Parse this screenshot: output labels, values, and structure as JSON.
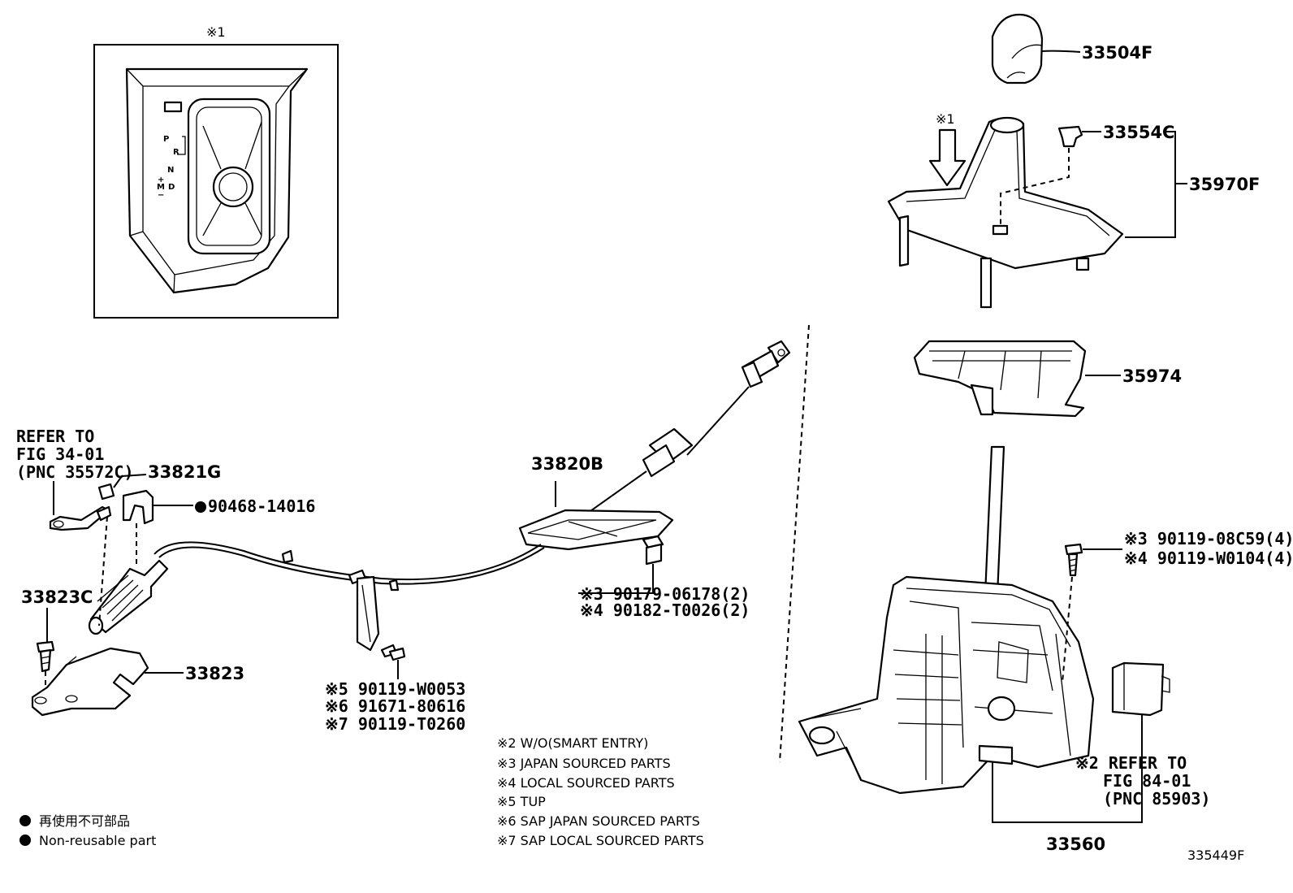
{
  "diagram": {
    "inset_marker": "※1",
    "inset_gear_letters": [
      "P",
      "R",
      "N",
      "D",
      "M",
      "+",
      "−"
    ],
    "callouts": {
      "knob": "33504F",
      "clip": "33554C",
      "cover_assembly": "35970F",
      "cover_marker": "※1",
      "retainer": "35974",
      "cable": "33820B",
      "bracket_clip": "33821G",
      "non_reusable_clip": "90468-14016",
      "refer_fig_34_line1": "REFER TO",
      "refer_fig_34_line2": "FIG 34-01",
      "refer_fig_34_line3": "(PNC 35572C)",
      "bushing": "33823C",
      "cable_bracket": "33823",
      "nut_japan": "※3 90179-06178(2)",
      "nut_local": "※4 90182-T0026(2)",
      "bolt_tup": "※5 90119-W0053",
      "bolt_sap_japan": "※6 91671-80616",
      "bolt_sap_local": "※7 90119-T0260",
      "shift_bolt_japan": "※3 90119-08C59(4)",
      "shift_bolt_local": "※4 90119-W0104(4)",
      "refer_fig_84_line1": "※2 REFER TO",
      "refer_fig_84_line2": "FIG 84-01",
      "refer_fig_84_line3": "(PNC 85903)",
      "shift_lever_assembly": "33560"
    },
    "notes": [
      "※2 W/O(SMART ENTRY)",
      "※3 JAPAN SOURCED PARTS",
      "※4 LOCAL SOURCED PARTS",
      "※5 TUP",
      "※6 SAP JAPAN SOURCED PARTS",
      "※7 SAP LOCAL SOURCED PARTS"
    ],
    "legend": [
      "再使用不可部品",
      "Non-reusable part"
    ],
    "figure_id": "335449F"
  }
}
